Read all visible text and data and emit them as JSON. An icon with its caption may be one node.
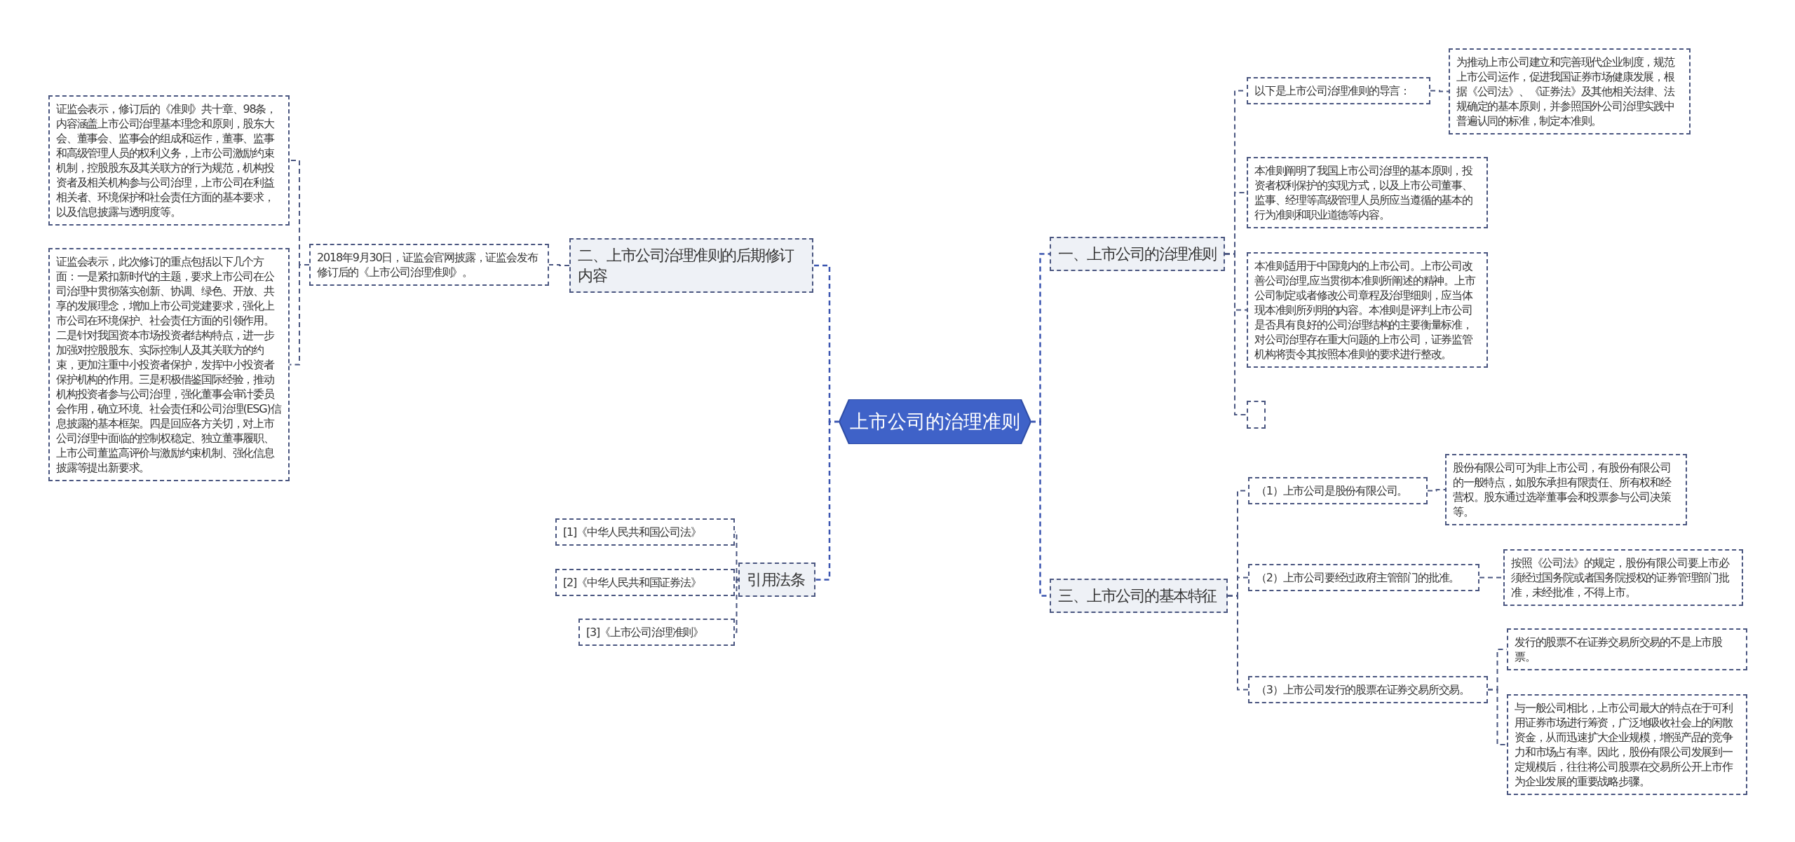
{
  "diagram": {
    "nodes": [
      {
        "text": [
          "上市公司的治理准则"
        ]
      },
      {
        "text": [
          "一、上市公司的治理准则"
        ]
      },
      {
        "text": [
          "以下是上市公司治理准则的导言："
        ]
      },
      {
        "text": [
          "为推动上市公司建立和完善现代企业制度，规范上市公司运作，促进我国证券市场健康发展，根据《公司法》、《证券法》及其他相关法律、法规确定的基本原则，并参照国外公司治理实践中普遍认同的标准，制定本准则。"
        ]
      },
      {
        "text": [
          "本准则阐明了我国上市公司治理的基本原则，投资者权利保护的实现方式，以及上市公司董事、监事、经理等高级管理人员所应当遵循的基本的行为准则和职业道德等内容。"
        ]
      },
      {
        "text": [
          "本准则适用于中国境内的上市公司。上市公司改善公司治理,应当贯彻本准则所阐述的精神。上市公司制定或者修改公司章程及治理细则，应当体现本准则所列明的内容。本准则是评判上市公司是否具有良好的公司治理结构的主要衡量标准，对公司治理存在重大问题的上市公司，证券监管机构将责令其按照本准则的要求进行整改。"
        ]
      },
      {
        "text": [],
        "shape": "box"
      },
      {
        "text": [
          "三、上市公司的基本特征"
        ]
      },
      {
        "text": [
          "（1）上市公司是股份有限公司。"
        ]
      },
      {
        "text": [
          "股份有限公司可为非上市公司，有股份有限公司的一般特点，如股东承担有限责任、所有权和经营权。股东通过选举董事会和投票参与公司决策等。"
        ]
      },
      {
        "text": [
          "（2）上市公司要经过政府主管部门的批准。"
        ]
      },
      {
        "text": [
          "按照《公司法》的规定，股份有限公司要上市必须经过国务院或者国务院授权的证券管理部门批准，未经批准，不得上市。"
        ]
      },
      {
        "text": [
          "（3）上市公司发行的股票在证券交易所交易。"
        ]
      },
      {
        "text": [
          "发行的股票不在证券交易所交易的不是上市股票。"
        ]
      },
      {
        "text": [
          "与一般公司相比，上市公司最大的特点在于可利用证券市场进行筹资，广泛地吸收社会上的闲散资金，从而迅速扩大企业规模，增强产品的竞争力和市场占有率。因此，股份有限公司发展到一定规模后，往往将公司股票在交易所公开上市作为企业发展的重要战略步骤。"
        ]
      },
      {
        "text": [
          "二、上市公司治理准则的后期修订内容"
        ]
      },
      {
        "text": [
          "2018年9月30日，证监会官网披露，证监会发布修订后的《上市公司治理准则》。"
        ]
      },
      {
        "text": [
          "证监会表示，修订后的《准则》共十章、98条，内容涵盖上市公司治理基本理念和原则，股东大会、董事会、监事会的组成和运作，董事、监事和高级管理人员的权利义务，上市公司激励约束机制，控股股东及其关联方的行为规范，机构投资者及相关机构参与公司治理，上市公司在利益相关者、环境保护和社会责任方面的基本要求，以及信息披露与透明度等。"
        ]
      },
      {
        "text": [
          "证监会表示，此次修订的重点包括以下几个方面：一是紧扣新时代的主题，要求上市公司在公司治理中贯彻落实创新、协调、绿色、开放、共享的发展理念，增加上市公司党建要求，强化上市公司在环境保护、社会责任方面的引领作用。二是针对我国资本市场投资者结构特点，进一步加强对控股股东、实际控制人及其关联方的约束，更加注重中小投资者保护，发挥中小投资者保护机构的作用。三是积极借鉴国际经验，推动机构投资者参与公司治理，强化董事会审计委员会作用，确立环境、社会责任和公司治理(ESG)信息披露的基本框架。四是回应各方关切，对上市公司治理中面临的控制权稳定、独立董事履职、上市公司董监高评价与激励约束机制、强化信息披露等提出新要求。"
        ]
      },
      {
        "text": [
          "引用法条"
        ]
      },
      {
        "text": [
          "[1]《中华人民共和国公司法》"
        ]
      },
      {
        "text": [
          "[2]《中华人民共和国证券法》"
        ]
      },
      {
        "text": [
          "[3]《上市公司治理准则》"
        ]
      }
    ],
    "edges": [
      {
        "from": 0,
        "to": 1,
        "arrow": "none"
      },
      {
        "from": 1,
        "to": 2,
        "arrow": "none"
      },
      {
        "from": 2,
        "to": 3,
        "arrow": "none"
      },
      {
        "from": 1,
        "to": 4,
        "arrow": "none"
      },
      {
        "from": 1,
        "to": 5,
        "arrow": "none"
      },
      {
        "from": 1,
        "to": 6,
        "arrow": "none"
      },
      {
        "from": 0,
        "to": 7,
        "arrow": "none"
      },
      {
        "from": 7,
        "to": 8,
        "arrow": "none"
      },
      {
        "from": 8,
        "to": 9,
        "arrow": "none"
      },
      {
        "from": 7,
        "to": 10,
        "arrow": "none"
      },
      {
        "from": 10,
        "to": 11,
        "arrow": "none"
      },
      {
        "from": 7,
        "to": 12,
        "arrow": "none"
      },
      {
        "from": 12,
        "to": 13,
        "arrow": "none"
      },
      {
        "from": 12,
        "to": 14,
        "arrow": "none"
      },
      {
        "from": 0,
        "to": 15,
        "arrow": "none"
      },
      {
        "from": 15,
        "to": 16,
        "arrow": "none"
      },
      {
        "from": 16,
        "to": 17,
        "arrow": "none"
      },
      {
        "from": 16,
        "to": 18,
        "arrow": "none"
      },
      {
        "from": 0,
        "to": 19,
        "arrow": "none"
      },
      {
        "from": 19,
        "to": 20,
        "arrow": "none"
      },
      {
        "from": 19,
        "to": 21,
        "arrow": "none"
      },
      {
        "from": 19,
        "to": 22,
        "arrow": "none"
      }
    ]
  }
}
